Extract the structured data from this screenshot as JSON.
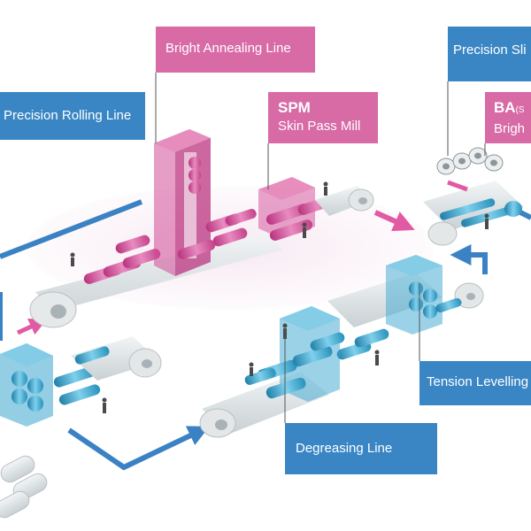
{
  "labels": {
    "bright_annealing": "Bright Annealing Line",
    "precision_rolling": "Precision Rolling Line",
    "spm_title": "SPM",
    "spm_sub": "Skin Pass Mill",
    "precision_slitting": "Precision Sli",
    "ba_title": "BA",
    "ba_paren": "(S",
    "ba_sub": "Brigh",
    "tension_levelling": "Tension Levelling",
    "degreasing": "Degreasing Line"
  },
  "colors": {
    "blue_label": "#3a86c4",
    "pink_label": "#d86aa6",
    "pink_machine": "#d24c97",
    "cyan_machine": "#3aa6cf",
    "steel": "#dfe5e7",
    "flow_arrow": "#3b82c4"
  }
}
